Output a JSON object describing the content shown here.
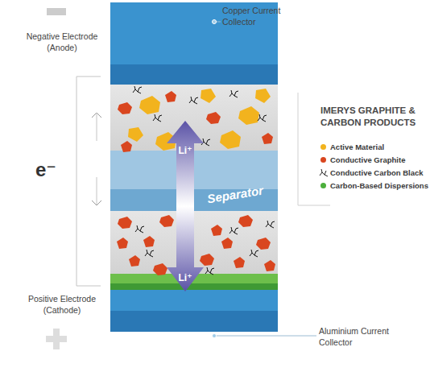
{
  "diagram": {
    "nodes": [
      {
        "text": [
          "Separator"
        ]
      }
    ],
    "labels": [
      "Copper Current Collector",
      "Negative Electrode (Anode)",
      "e⁻",
      "Li⁺",
      "Li⁺",
      "IMERYS GRAPHITE & CARBON PRODUCTS",
      "Positive Electrode (Cathode)",
      "Aluminium Current Collector"
    ],
    "legend": [
      {
        "text": "Active Material",
        "color": "#f2b31e"
      },
      {
        "text": "Conductive Graphite",
        "color": "#d9461f"
      },
      {
        "text": "Conductive Carbon Black"
      },
      {
        "text": "Carbon-Based Dispersions",
        "color": "#4caf3c"
      }
    ]
  }
}
